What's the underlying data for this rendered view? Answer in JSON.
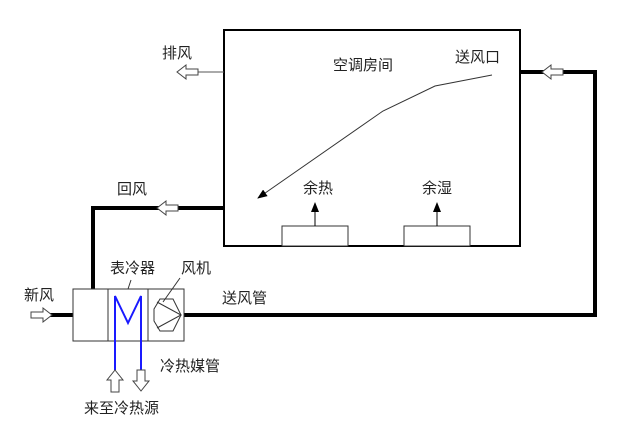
{
  "labels": {
    "exhaust": "排风",
    "room": "空调房间",
    "supply_outlet": "送风口",
    "residual_heat": "余热",
    "residual_humidity": "余湿",
    "return_air": "回风",
    "fresh_air": "新风",
    "surface_cooler": "表冷器",
    "fan": "风机",
    "supply_duct": "送风管",
    "medium_pipe": "冷热媒管",
    "source": "来至冷热源"
  },
  "colors": {
    "line": "#000000",
    "coil": "#1a1aff"
  }
}
